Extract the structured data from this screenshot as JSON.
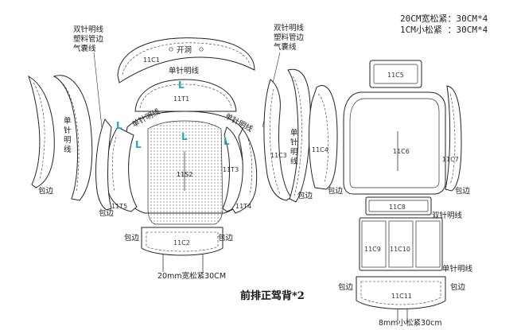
{
  "title": "前排正驾背*2",
  "spec_top": [
    "20CM宽松紧：30CM*4",
    "1CM小松紧 ：30CM*4"
  ],
  "notes": {
    "left_callout": [
      "双针明线",
      "塑料管边",
      "气囊线"
    ],
    "right_callout": [
      "双针明线",
      "塑料管边",
      "气囊线"
    ],
    "opening": "开洞",
    "single_stitch": "单针明线",
    "single_stitch_vertical": "单针明线",
    "double_stitch": "双针明线",
    "single_stitch_br": "单针明线",
    "hem_label": "包边",
    "elastic_bottom_left": "20mm宽松紧30CM",
    "elastic_bottom_right": "8mm小松紧30cm"
  },
  "pieces": {
    "p11c1": "11C1",
    "p11t1": "11T1",
    "p11s2": "11S2",
    "p11t3": "11T3",
    "p11t5": "11T5",
    "p11t4": "11T4",
    "p11c2": "11C2",
    "p11c3": "11C3",
    "p11c4": "11C4",
    "p11c5": "11C5",
    "p11c6": "11C6",
    "p11c7": "11C7",
    "p11c8": "11C8",
    "p11c9": "11C9",
    "p11c10": "11C10",
    "p11c11": "11C11"
  },
  "grain_mark": "L"
}
